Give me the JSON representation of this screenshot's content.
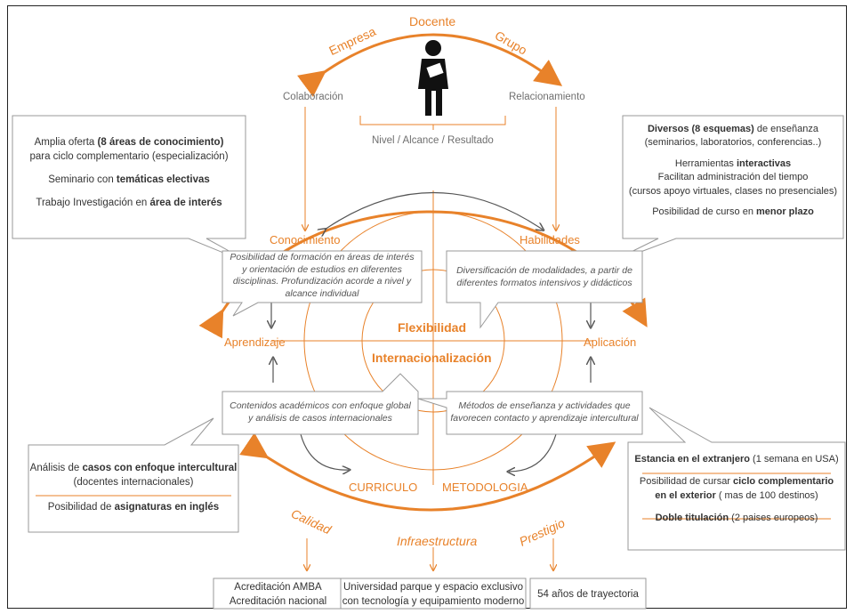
{
  "top": {
    "docente": "Docente",
    "empresa": "Empresa",
    "grupo": "Grupo",
    "colaboracion": "Colaboración",
    "relacionamiento": "Relacionamiento",
    "nivel": "Nivel / Alcance / Resultado"
  },
  "quadrants": {
    "conocimiento": "Conocimiento",
    "habilidades": "Habilidades",
    "aprendizaje": "Aprendizaje",
    "aplicacion": "Aplicación",
    "curriculo": "CURRICULO",
    "metodologia": "METODOLOGIA",
    "flexibilidad": "Flexibilidad",
    "internacionalizacion": "Internacionalización"
  },
  "bottom": {
    "calidad": "Calidad",
    "infraestructura": "Infraestructura",
    "prestigio": "Prestigio",
    "box_calidad_1": "Acreditación AMBA",
    "box_calidad_2": "Acreditación nacional",
    "box_infra_1": "Universidad parque y espacio exclusivo",
    "box_infra_2": "con tecnología y equipamiento moderno",
    "box_prestigio": "54 años de trayectoria"
  },
  "callouts": {
    "top_left": {
      "l1a": "Amplia oferta ",
      "l1b": "(8 áreas de conocimiento)",
      "l2": "para ciclo complementario (especialización)",
      "l3a": "Seminario con ",
      "l3b": "temáticas electivas",
      "l4a": "Trabajo Investigación en ",
      "l4b": "área de interés"
    },
    "top_right": {
      "l1a": "Diversos (8 esquemas)",
      "l1b": " de enseñanza",
      "l2": "(seminarios, laboratorios, conferencias..)",
      "l3a": "Herramientas ",
      "l3b": "interactivas",
      "l4": "Facilitan administración del tiempo",
      "l5": "(cursos  apoyo virtuales, clases no presenciales)",
      "l6a": "Posibilidad de curso en ",
      "l6b": "menor plazo"
    },
    "bottom_left": {
      "l1a": "Análisis de ",
      "l1b": "casos con enfoque intercultural",
      "l2": "(docentes internacionales)",
      "l3a": "Posibilidad de ",
      "l3b": "asignaturas en inglés"
    },
    "bottom_right": {
      "l1a": "Estancia en el extranjero",
      "l1b": "  (1 semana en USA)",
      "l2a": "Posibilidad de cursar ",
      "l2b": "ciclo complementario",
      "l3a": "en el exterior",
      "l3b": "  ( mas de 100 destinos)",
      "l4a": "Doble titulación",
      "l4b": "  (2 paises europeos)"
    },
    "inner_tl": {
      "l1": "Posibilidad de formación en áreas de interés",
      "l2": "y orientación de estudios en diferentes",
      "l3": "disciplinas. Profundización acorde a nivel y",
      "l4": "alcance individual"
    },
    "inner_tr": {
      "l1": "Diversificación de modalidades, a partir de",
      "l2": "diferentes formatos intensivos y didácticos"
    },
    "inner_bl": {
      "l1": "Contenidos académicos con enfoque global",
      "l2": "y análisis de casos internacionales"
    },
    "inner_br": {
      "l1": "Métodos de enseñanza y actividades que",
      "l2": "favorecen contacto  y aprendizaje intercultural"
    }
  },
  "colors": {
    "accent": "#E8822A",
    "stroke": "#8a8a8a",
    "text": "#333333"
  }
}
